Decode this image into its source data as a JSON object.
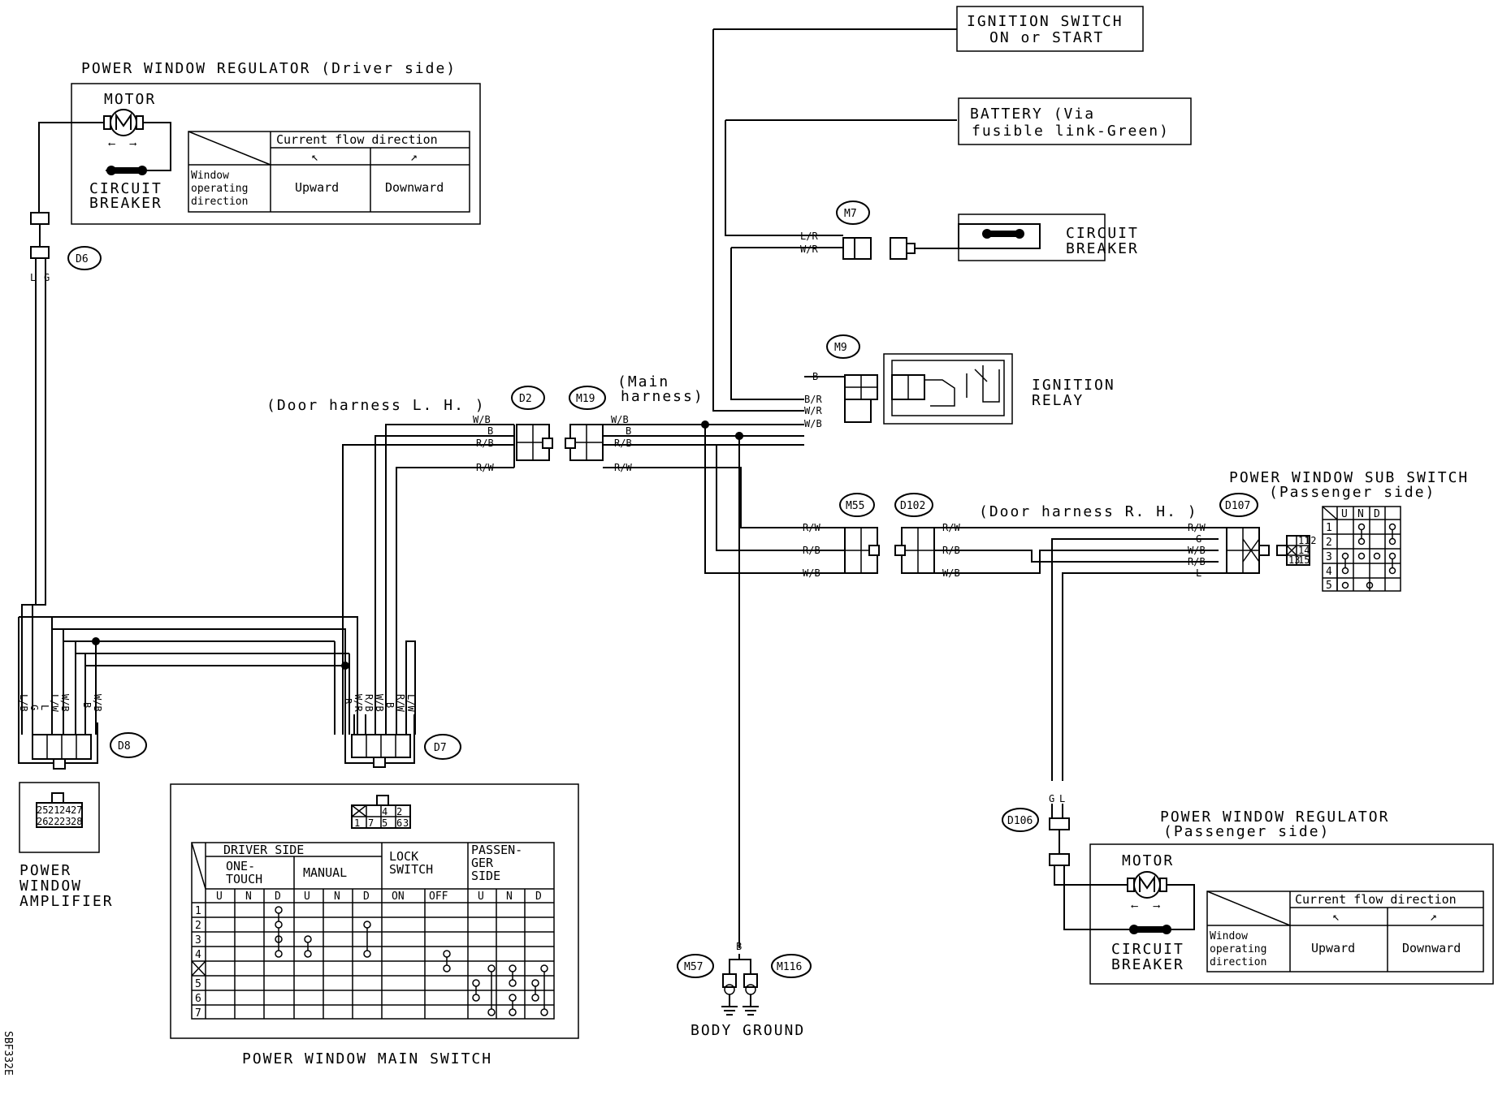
{
  "components": {
    "regulator_driver": {
      "title": "POWER WINDOW REGULATOR  (Driver side)",
      "motor": "MOTOR",
      "breaker": [
        "CIRCUIT",
        "BREAKER"
      ],
      "table": {
        "header": "Current flow direction",
        "row_label": [
          "Window",
          "operating",
          "direction"
        ],
        "up": "Upward",
        "down": "Downward"
      }
    },
    "regulator_passenger": {
      "title": [
        "POWER WINDOW REGULATOR",
        "(Passenger side)"
      ],
      "motor": "MOTOR",
      "breaker": [
        "CIRCUIT",
        "BREAKER"
      ],
      "table": {
        "header": "Current flow direction",
        "row_label": [
          "Window",
          "operating",
          "direction"
        ],
        "up": "Upward",
        "down": "Downward"
      }
    },
    "ignition_switch": [
      "IGNITION SWITCH",
      "ON or START"
    ],
    "battery": [
      "BATTERY (Via",
      "fusible link-Green)"
    ],
    "circuit_breaker": [
      "CIRCUIT",
      "BREAKER"
    ],
    "ignition_relay": [
      "IGNITION",
      "RELAY"
    ],
    "sub_switch": {
      "title": [
        "POWER WINDOW SUB SWITCH",
        "(Passenger side)"
      ],
      "cols": [
        "U",
        "N",
        "D"
      ],
      "rows": [
        "1",
        "2",
        "3",
        "4",
        "5"
      ],
      "pins": [
        "11",
        "12",
        "14",
        "13",
        "15"
      ]
    },
    "amplifier": {
      "label": [
        "POWER",
        "WINDOW",
        "AMPLIFIER"
      ],
      "pins": [
        "25",
        "21",
        "24",
        "27",
        "26",
        "22",
        "23",
        "28"
      ]
    },
    "main_switch": {
      "label": "POWER WINDOW MAIN SWITCH",
      "pins": [
        "4",
        "2",
        "1",
        "7",
        "5",
        "6",
        "3"
      ],
      "groups": [
        "DRIVER SIDE",
        "ONE-TOUCH",
        "MANUAL",
        "LOCK SWITCH",
        "PASSEN-GER SIDE"
      ],
      "lock_group": [
        "LOCK",
        "SWITCH"
      ],
      "passenger_group": [
        "PASSEN-",
        "GER",
        "SIDE"
      ],
      "onetouch_group": [
        "ONE-",
        "TOUCH"
      ],
      "cols": [
        "U",
        "N",
        "D",
        "U",
        "N",
        "D",
        "ON",
        "OFF",
        "U",
        "N",
        "D"
      ],
      "rows": [
        "1",
        "2",
        "3",
        "4",
        "5",
        "6",
        "7"
      ]
    },
    "body_ground": "BODY GROUND"
  },
  "harness_labels": {
    "door_lh": "(Door harness L. H. )",
    "main": [
      "(Main",
      "harness)"
    ],
    "door_rh": "(Door harness R. H. )"
  },
  "connectors": {
    "D6": "D6",
    "D2": "D2",
    "M19": "M19",
    "M7": "M7",
    "M9": "M9",
    "M55": "M55",
    "D102": "D102",
    "D107": "D107",
    "D8": "D8",
    "D7": "D7",
    "D106": "D106",
    "M57": "M57",
    "M116": "M116"
  },
  "wires": {
    "d6_colors": [
      "L",
      "G"
    ],
    "d2": [
      "W/B",
      "B",
      "R/B",
      "R/W"
    ],
    "m19": [
      "W/B",
      "B",
      "R/B",
      "R/W"
    ],
    "m7": [
      "L/R",
      "W/R"
    ],
    "m9": [
      "B",
      "B/R",
      "W/R",
      "W/B"
    ],
    "m55": [
      "R/W",
      "R/B",
      "W/B"
    ],
    "d102": [
      "R/W",
      "R/B",
      "W/B"
    ],
    "d107": [
      "R/W",
      "G",
      "W/B",
      "R/B",
      "L"
    ],
    "d8": [
      "L/B",
      "G",
      "L",
      "L/W",
      "W/B",
      "B",
      "W/B"
    ],
    "d7": [
      "B",
      "W/R",
      "R/B",
      "W/B",
      "B",
      "R/W",
      "L/W"
    ],
    "ground": "B",
    "d106": [
      "G",
      "L"
    ]
  },
  "code": "SBF332E"
}
